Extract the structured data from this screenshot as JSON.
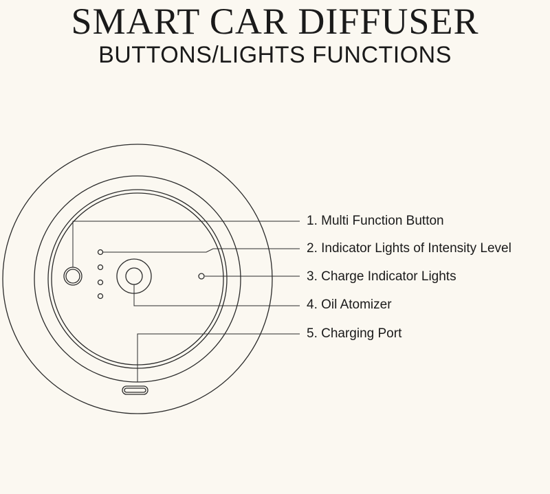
{
  "header": {
    "title": "SMART CAR DIFFUSER",
    "subtitle": "BUTTONS/LIGHTS FUNCTIONS"
  },
  "callouts": [
    "1. Multi Function Button",
    "2. Indicator Lights of Intensity Level",
    "3. Charge Indicator Lights",
    "4. Oil Atomizer",
    "5. Charging Port"
  ],
  "colors": {
    "background": "#fbf8f1",
    "line": "#2a2a2a"
  }
}
